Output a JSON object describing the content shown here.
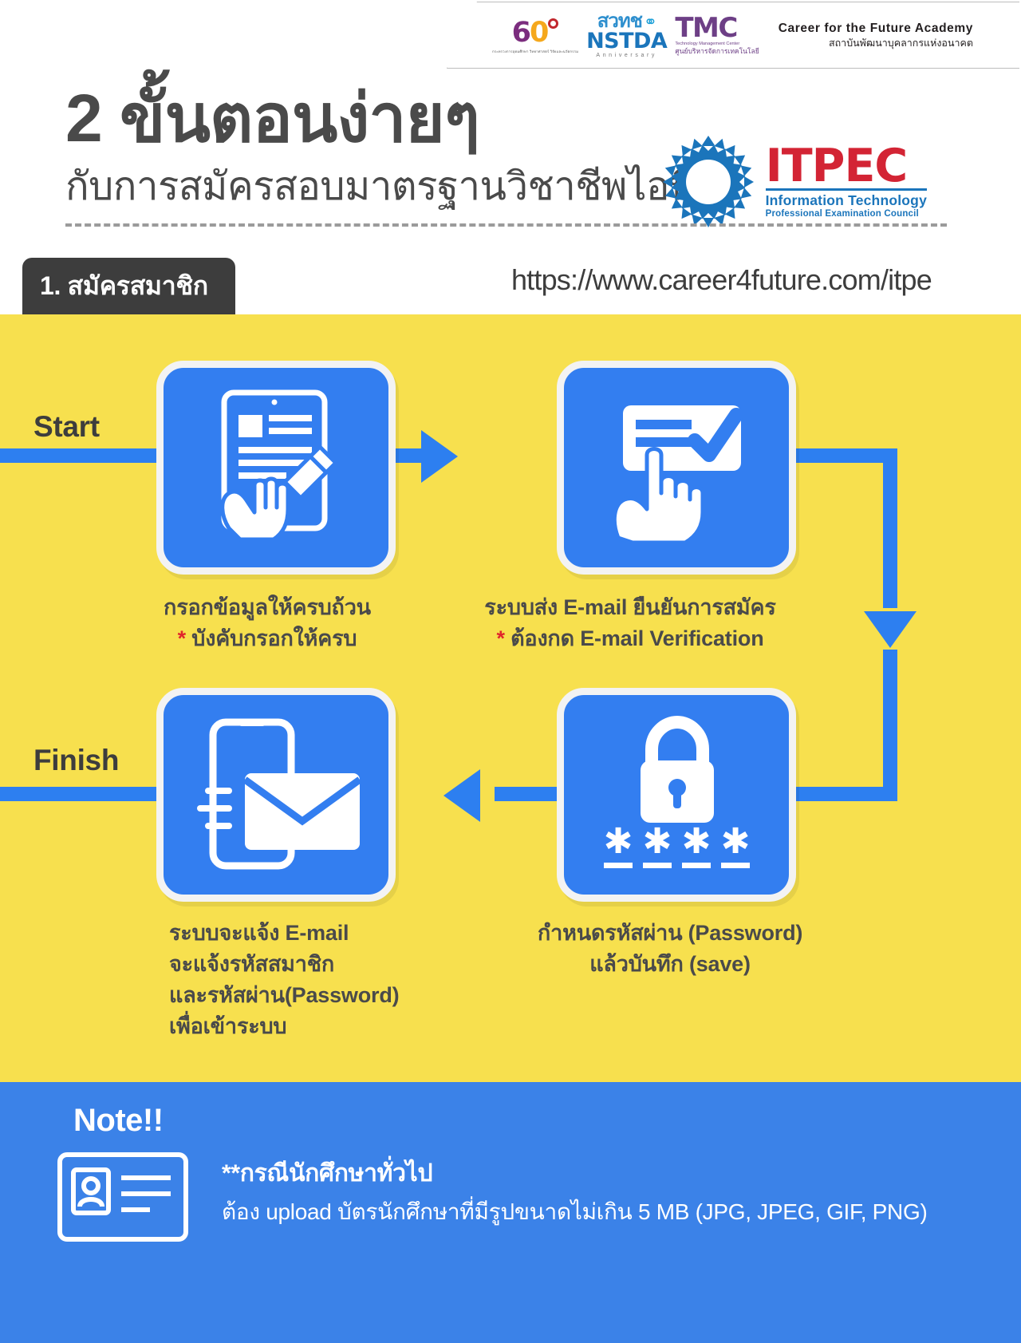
{
  "header": {
    "logos": {
      "nstda_60": "60",
      "nstda_60_sub": "กระทรวงการอุดมศึกษา วิทยาศาสตร์ วิจัยและนวัตกรรม",
      "nstda_thai": "สวทช",
      "nstda_latin": "NSTDA",
      "nstda_anniversary": "Anniversary",
      "tmc": "TMC",
      "tmc_sub_en": "Technology Management Center",
      "tmc_sub_th": "ศูนย์บริหารจัดการเทคโนโลยี",
      "academy_en": "Career for the Future Academy",
      "academy_th": "สถาบันพัฒนาบุคลากรแห่งอนาคต"
    }
  },
  "title": {
    "main": "2 ขั้นตอนง่ายๆ",
    "sub": "กับการสมัครสอบมาตรฐานวิชาชีพไอที"
  },
  "itpec": {
    "name": "ITPEC",
    "line1": "Information Technology",
    "line2": "Professional Examination Council"
  },
  "step": {
    "tab_label": "1. สมัครสมาชิก",
    "url": "https://www.career4future.com/itpe"
  },
  "flow": {
    "start_label": "Start",
    "finish_label": "Finish",
    "nodes": [
      {
        "icon": "form-fill-tablet-icon",
        "caption_line1": "กรอกข้อมูลให้ครบถ้วน",
        "caption_line2_marker": "*",
        "caption_line2": " บังคับกรอกให้ครบ"
      },
      {
        "icon": "email-verify-check-icon",
        "caption_line1": "ระบบส่ง E-mail ยืนยันการสมัคร",
        "caption_line2_marker": "*",
        "caption_line2": " ต้องกด E-mail Verification"
      },
      {
        "icon": "password-lock-asterisk-icon",
        "caption_line1": "กำหนดรหัสผ่าน (Password)",
        "caption_line2": "แล้วบันทึก (save)"
      },
      {
        "icon": "phone-envelope-icon",
        "caption_line1": "ระบบจะแจ้ง E-mail",
        "caption_line2": "จะแจ้งรหัสสมาชิก",
        "caption_line3": "และรหัสผ่าน(Password)",
        "caption_line4": "เพื่อเข้าระบบ"
      }
    ]
  },
  "note": {
    "title": "Note!!",
    "icon": "id-card-icon",
    "line1": "**กรณีนักศึกษาทั่วไป",
    "line2": "ต้อง upload บัตรนักศึกษาที่มีรูปขนาดไม่เกิน 5 MB (JPG, JPEG, GIF, PNG)"
  },
  "colors": {
    "yellow": "#f7e04e",
    "blue": "#337ef0",
    "note_blue": "#3b82e8",
    "dark": "#3d3d3d",
    "red": "#e0252b",
    "itpec_red": "#d32434",
    "itpec_blue": "#1b75bb"
  }
}
